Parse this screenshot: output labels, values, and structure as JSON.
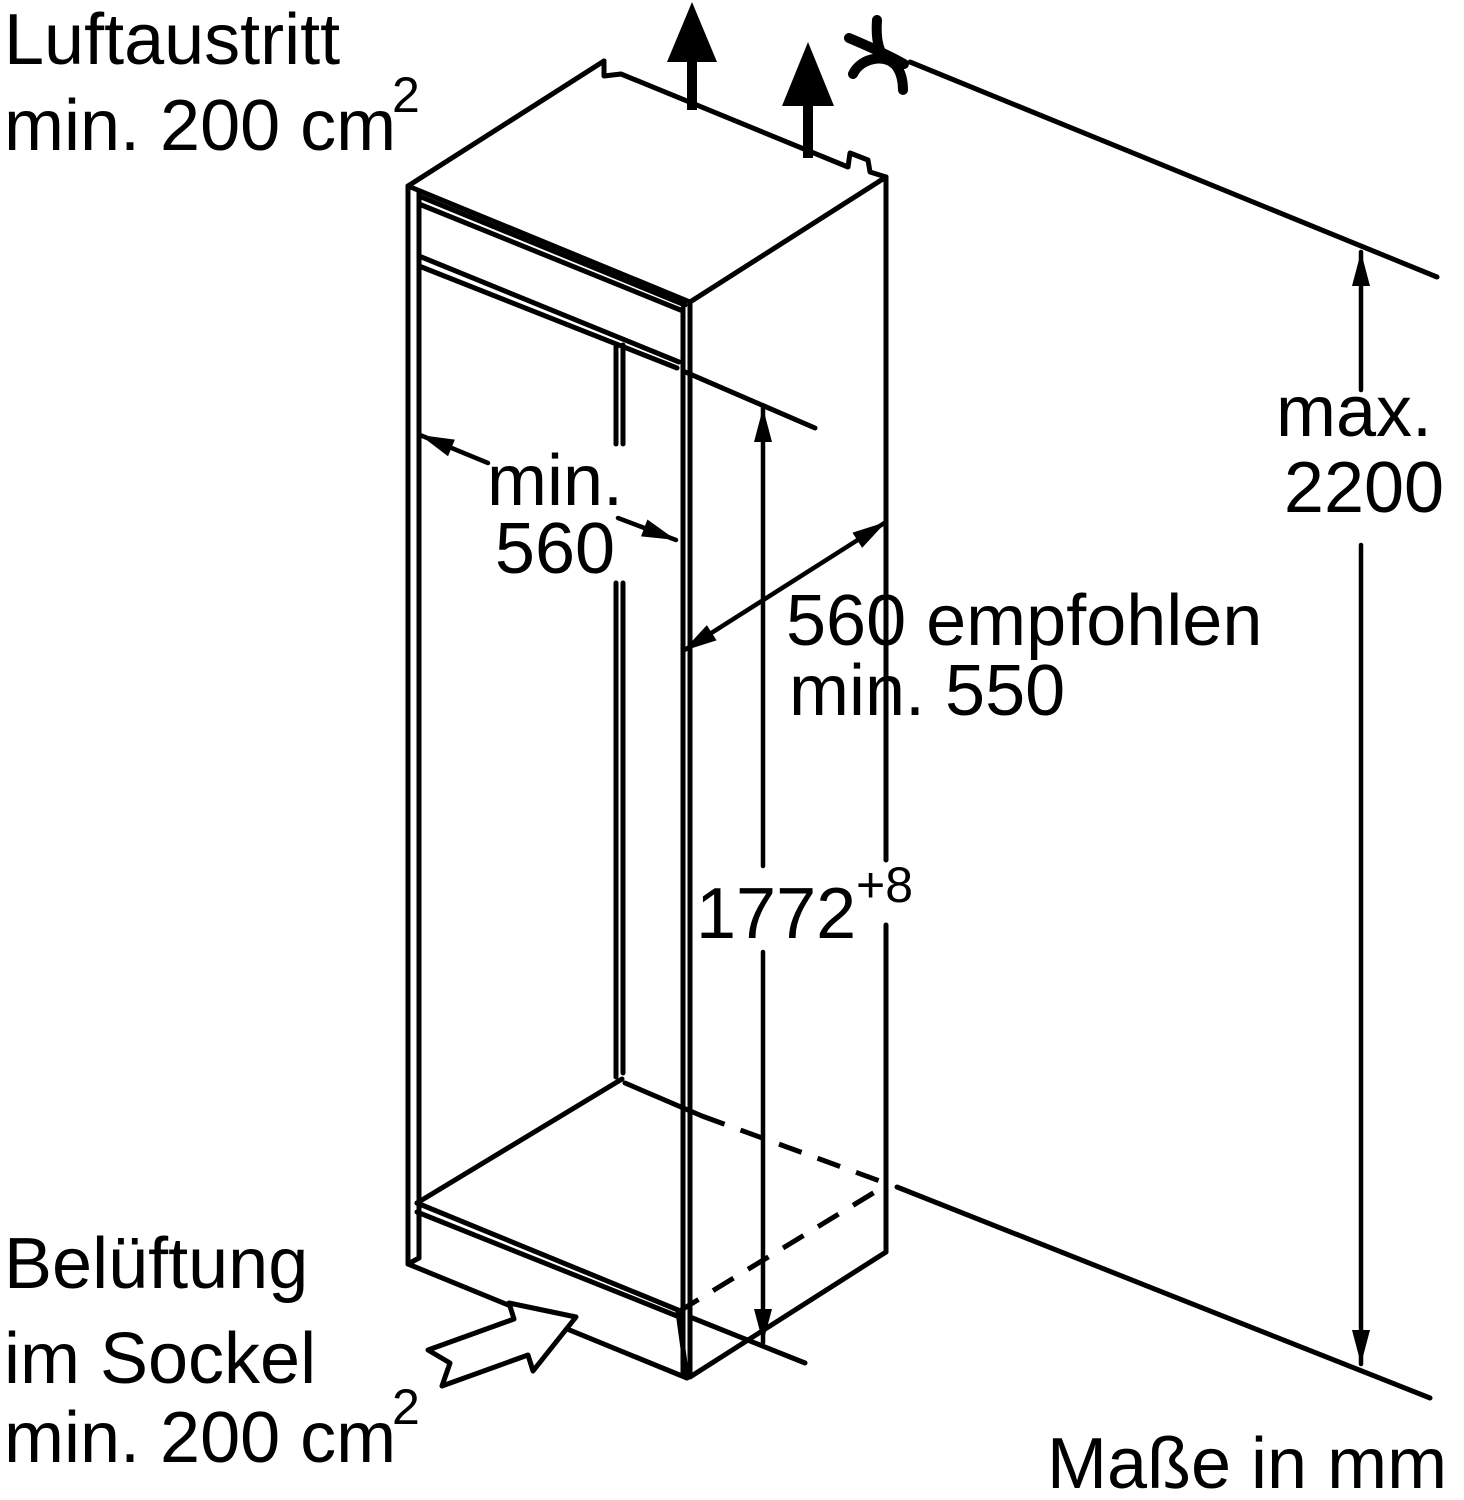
{
  "figure": {
    "background_color": "#ffffff",
    "line_color": "#000000",
    "units_note": "Maße in mm",
    "annotations": {
      "air_outlet": {
        "line1": "Luftaustritt",
        "line2_main": "min. 200 cm",
        "line2_sup": "2"
      },
      "niche_width": {
        "line1": "min.",
        "line2": "560"
      },
      "niche_depth": {
        "line1": "560 empfohlen",
        "line2": "min. 550"
      },
      "niche_height": {
        "value": "1772",
        "tolerance_sup": "+8"
      },
      "total_height": {
        "line1": "max.",
        "line2": "2200"
      },
      "base_vent": {
        "line1": "Belüftung",
        "line2": "im Sockel",
        "line3_main": "min. 200 cm",
        "line3_sup": "2"
      }
    }
  }
}
